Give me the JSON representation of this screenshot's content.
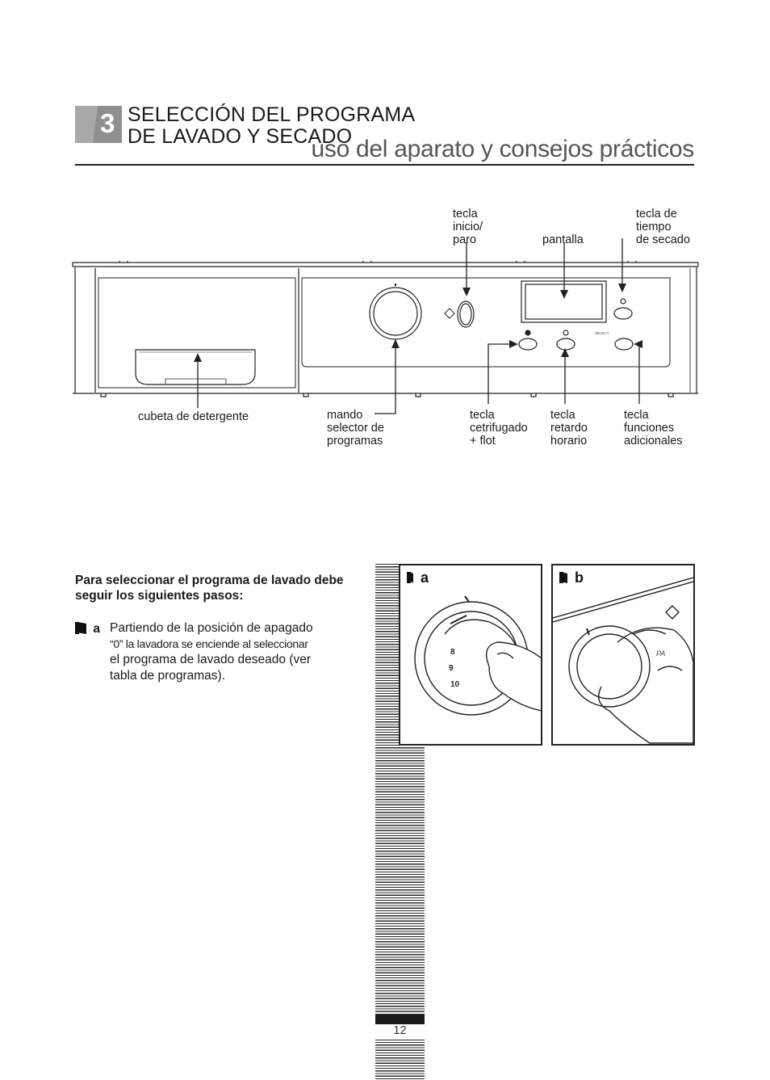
{
  "header": {
    "chapter_number": "3",
    "title_line1": "SELECCIÓN DEL PROGRAMA",
    "title_line2": "DE LAVADO Y SECADO",
    "subtitle": "uso del aparato y consejos prácticos"
  },
  "diagram": {
    "labels": {
      "start_stop": "tecla\ninicio/\nparo",
      "display": "pantalla",
      "dry_time": "tecla de\ntiempo\nde secado",
      "detergent": "cubeta de detergente",
      "selector": "mando\nselector de\nprogramas",
      "spin": "tecla\ncetrifugado\n+ flot",
      "delay": "tecla\nretardo\nhorario",
      "functions": "tecla\nfunciones\nadicionales"
    },
    "panel_text": {
      "select": "SELECT"
    }
  },
  "figures": {
    "a_tag": "a",
    "b_tag": "b",
    "dial_numbers": [
      "8",
      "9",
      "10"
    ],
    "b_partial_text": "PA"
  },
  "body": {
    "intro": "Para seleccionar el programa de lavado debe seguir los siguientes pasos:",
    "step_a_marker": "a",
    "step_a_line1": "Partiendo de la posición de apagado",
    "step_a_line2": "“0” la lavadora se enciende al seleccionar",
    "step_a_line3": "el programa de lavado deseado (ver",
    "step_a_line4": "tabla de programas)."
  },
  "page_number": "12"
}
